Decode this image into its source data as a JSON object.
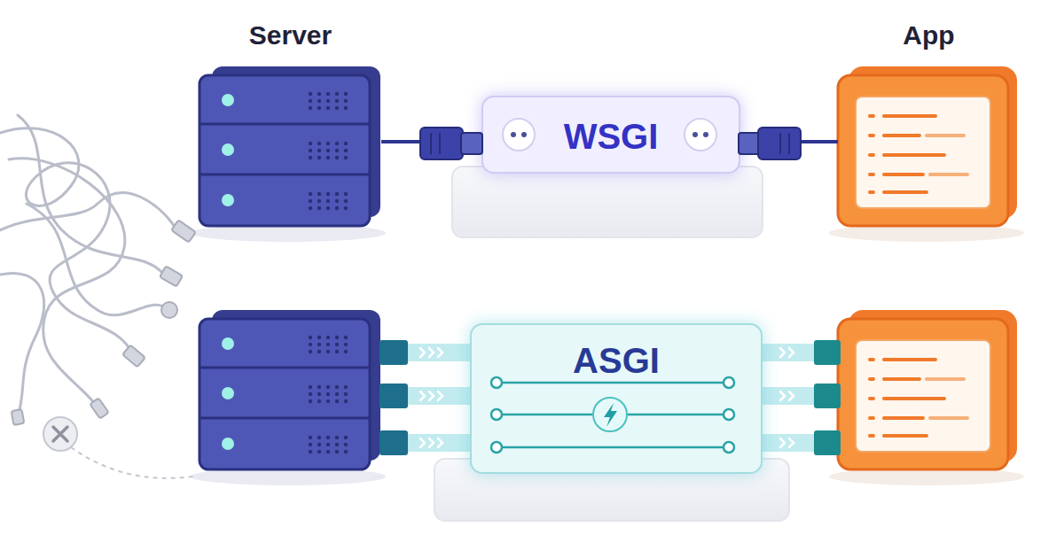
{
  "diagram": {
    "nodes": [
      {
        "text": [
          "Server"
        ]
      },
      {
        "text": [
          "WSGI"
        ]
      },
      {
        "text": [
          "App"
        ]
      },
      {
        "text": [
          "ASGI"
        ]
      }
    ],
    "edges": [
      {
        "from": 0,
        "to": 1,
        "arrow": "none"
      },
      {
        "from": 1,
        "to": 2,
        "arrow": "none"
      }
    ]
  }
}
